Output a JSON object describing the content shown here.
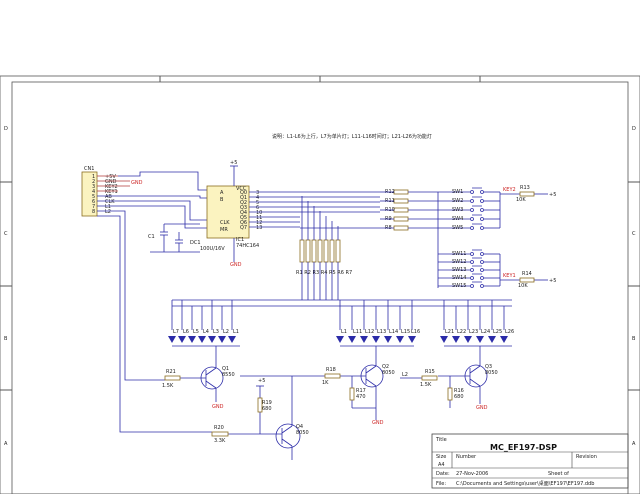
{
  "note": "说明：L1-L6为上行，L7为单片灯；L11-L16时间灯；L21-L26为功能灯",
  "frame": {
    "zones": [
      "D",
      "C",
      "B",
      "A"
    ]
  },
  "labels": {
    "gnd": "GND",
    "vplus": "+5"
  },
  "connector": {
    "ref": "CN1",
    "pins": [
      {
        "num": "1",
        "net": "+5V"
      },
      {
        "num": "2",
        "net": "GND"
      },
      {
        "num": "3",
        "net": "KEY2"
      },
      {
        "num": "4",
        "net": "KEY1"
      },
      {
        "num": "5",
        "net": "AB"
      },
      {
        "num": "6",
        "net": "CLK"
      },
      {
        "num": "7",
        "net": "L1"
      },
      {
        "num": "8",
        "net": "L2"
      }
    ]
  },
  "ic": {
    "ref": "IC1",
    "part": "74HC164",
    "vcc": "VCC",
    "inputs": [
      "A",
      "B",
      "CLK",
      "MR"
    ],
    "outputs": [
      "Q0",
      "Q1",
      "Q2",
      "Q3",
      "Q4",
      "Q5",
      "Q6",
      "Q7"
    ],
    "pin_numbers": [
      "3",
      "4",
      "5",
      "6",
      "10",
      "11",
      "12",
      "13"
    ]
  },
  "caps": [
    "C1",
    "DC1",
    "100U/16V"
  ],
  "resistor_bank": "R1 R2 R3 R4 R5 R6 R7",
  "sw_resistors": [
    "R12",
    "R11",
    "R10",
    "R9",
    "R8"
  ],
  "switches": [
    "SW1",
    "SW2",
    "SW3",
    "SW4",
    "SW5",
    "SW11",
    "SW12",
    "SW13",
    "SW14",
    "SW15"
  ],
  "keys": [
    {
      "net": "KEY2",
      "ref": "R13",
      "value": "10K"
    },
    {
      "net": "KEY1",
      "ref": "R14",
      "value": "10K"
    }
  ],
  "leds": {
    "g1": [
      "L7",
      "L6",
      "L5",
      "L4",
      "L3",
      "L2",
      "L1"
    ],
    "g2": [
      "L1",
      "L11",
      "L12",
      "L13",
      "L14",
      "L15",
      "L16"
    ],
    "g3": [
      "L21",
      "L22",
      "L23",
      "L24",
      "L25",
      "L26"
    ]
  },
  "transistors": {
    "q1": {
      "ref": "Q1",
      "part": "8550",
      "res": "R21",
      "res_value": "1.5K"
    },
    "q2": {
      "ref": "Q2",
      "part": "8050",
      "res": "R18",
      "res_value": "1K",
      "res2": "R17",
      "res2_value": "470"
    },
    "q3": {
      "ref": "Q3",
      "part": "8050",
      "net": "L2",
      "res": "R15",
      "res_value": "1.5K",
      "res2": "R16",
      "res2_value": "680"
    },
    "q4": {
      "ref": "Q4",
      "part": "8050",
      "res": "R20",
      "res_value": "3.3K",
      "res2": "R19",
      "res2_value": "680"
    }
  },
  "title_block": {
    "title_caption": "Title",
    "title": "MC_EF197-DSP",
    "size_caption": "Size",
    "size": "A4",
    "number_caption": "Number",
    "revision_caption": "Revision",
    "date_caption": "Date:",
    "date": "27-Nov-2006",
    "sheet_caption": "Sheet  of",
    "file_caption": "File:",
    "file": "C:\\Documents and Settings\\user\\桌面\\EF197\\EF197.ddb"
  }
}
